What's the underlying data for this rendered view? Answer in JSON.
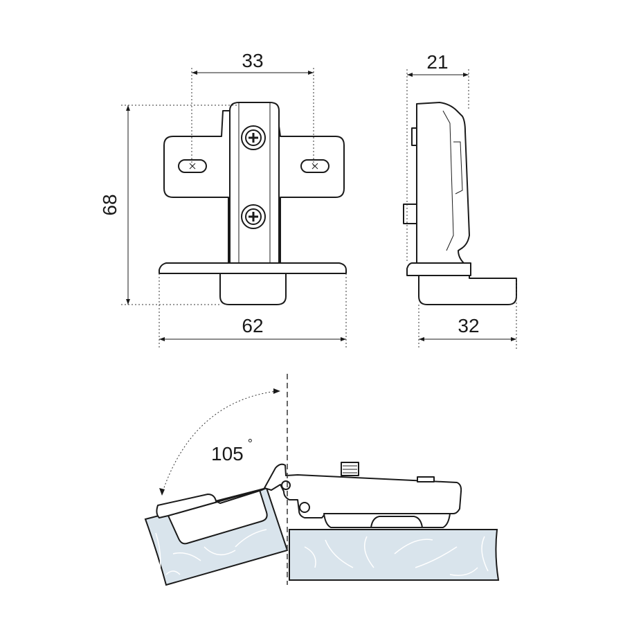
{
  "dimensions": {
    "front_width_holes": "33",
    "side_depth": "21",
    "front_height": "68",
    "front_base_width": "62",
    "side_base_width": "32"
  },
  "opening_angle": {
    "value": "105",
    "unit": "°"
  },
  "colors": {
    "line": "#1a1a1a",
    "wood": "#d9e4ec",
    "background": "#ffffff"
  }
}
